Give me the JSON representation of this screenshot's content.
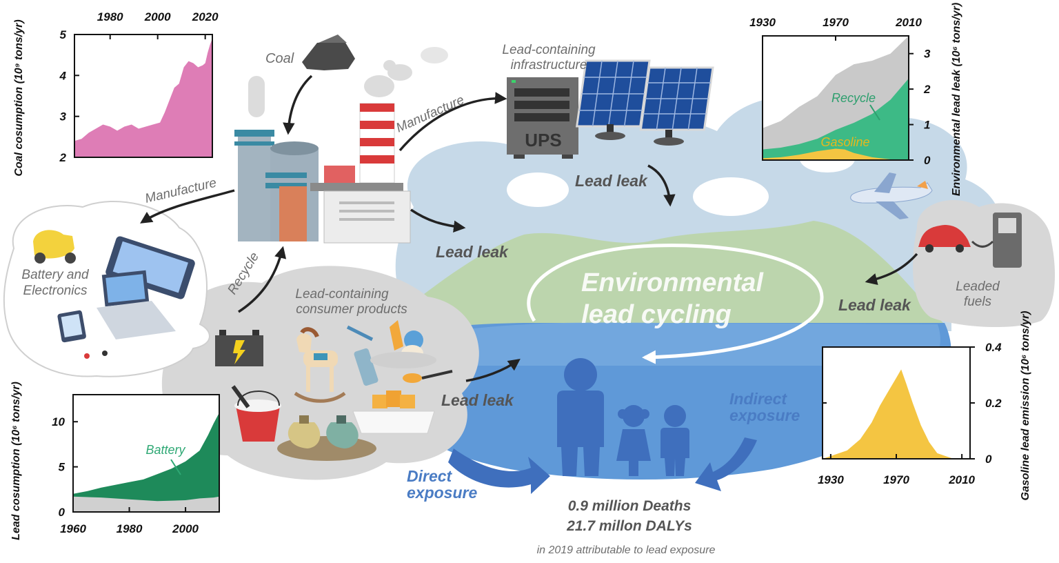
{
  "labels": {
    "coal": "Coal",
    "manufacture_top": "Manufacture",
    "manufacture_left": "Manufacture",
    "infrastructure_line1": "Lead-containing",
    "infrastructure_line2": "infrastructure",
    "ups": "UPS",
    "lead_leak_infra": "Lead leak",
    "lead_leak_factory": "Lead leak",
    "lead_leak_consumer": "Lead leak",
    "lead_leak_fuels": "Lead leak",
    "battery_line1": "Battery and",
    "battery_line2": "Electronics",
    "recycle": "Recycle",
    "consumer_line1": "Lead-containing",
    "consumer_line2": "consumer products",
    "cycling_line1": "Environmental",
    "cycling_line2": "lead cycling",
    "leaded_line1": "Leaded",
    "leaded_line2": "fuels",
    "direct_line1": "Direct",
    "direct_line2": "exposure",
    "indirect_line1": "Indirect",
    "indirect_line2": "exposure",
    "deaths": "0.9 million Deaths",
    "dalys": "21.7 millon DALYs",
    "attribution": "in 2019 attributable to lead exposure"
  },
  "colors": {
    "coal_area": "#de7db6",
    "battery_area": "#1e8a5a",
    "recycle_area": "#3dba86",
    "gasoline_area": "#f4c542",
    "other_area": "#c9c9c9",
    "water": "#5b96d6",
    "hills": "#b9d3a9",
    "sky_cloud": "#c3d7e6",
    "consumer_cloud": "#d6d6d6",
    "people": "#3f6fbd"
  },
  "chart_data": [
    {
      "id": "coal",
      "type": "area",
      "ylabel": "Coal cosumption (10⁹ tons/yr)",
      "x_ticks": [
        "1980",
        "2000",
        "2020"
      ],
      "y_ticks": [
        "2",
        "3",
        "4",
        "5"
      ],
      "xlim": [
        1965,
        2023
      ],
      "ylim": [
        2,
        5
      ],
      "series": [
        {
          "x": [
            1965,
            1968,
            1971,
            1974,
            1977,
            1980,
            1983,
            1986,
            1989,
            1992,
            1995,
            1998,
            2001,
            2003,
            2005,
            2007,
            2009,
            2011,
            2013,
            2015,
            2017,
            2019,
            2020,
            2021,
            2022,
            2023
          ],
          "values": [
            2.4,
            2.45,
            2.6,
            2.7,
            2.8,
            2.75,
            2.65,
            2.75,
            2.8,
            2.7,
            2.75,
            2.8,
            2.85,
            3.1,
            3.4,
            3.7,
            3.8,
            4.2,
            4.35,
            4.3,
            4.2,
            4.25,
            4.3,
            4.55,
            4.75,
            4.9
          ]
        }
      ]
    },
    {
      "id": "environmental",
      "type": "area",
      "ylabel": "Environmental lead leak (10⁶ tons/yr)",
      "x_ticks": [
        "1930",
        "1970",
        "2010"
      ],
      "y_ticks": [
        "0",
        "1",
        "2",
        "3"
      ],
      "xlim": [
        1930,
        2010
      ],
      "ylim": [
        0,
        3.5
      ],
      "series": [
        {
          "name": "Gasoline",
          "x": [
            1930,
            1940,
            1950,
            1960,
            1970,
            1975,
            1980,
            1990,
            2000,
            2010
          ],
          "values": [
            0.05,
            0.08,
            0.15,
            0.25,
            0.32,
            0.3,
            0.2,
            0.08,
            0.02,
            0.01
          ]
        },
        {
          "name": "Recycle",
          "x": [
            1930,
            1940,
            1950,
            1960,
            1970,
            1980,
            1990,
            2000,
            2010
          ],
          "values": [
            0.3,
            0.35,
            0.45,
            0.6,
            0.85,
            1.05,
            1.3,
            1.7,
            2.3
          ]
        },
        {
          "x": [
            1930,
            1940,
            1950,
            1960,
            1970,
            1980,
            1990,
            2000,
            2010
          ],
          "values": [
            0.9,
            1.1,
            1.5,
            1.8,
            2.4,
            2.7,
            2.8,
            3.0,
            3.5
          ]
        }
      ]
    },
    {
      "id": "lead",
      "type": "area",
      "ylabel": "Lead cosumption (10⁶ tons/yr)",
      "x_ticks": [
        "1960",
        "1980",
        "2000"
      ],
      "y_ticks": [
        "0",
        "5",
        "10"
      ],
      "xlim": [
        1960,
        2012
      ],
      "ylim": [
        0,
        13
      ],
      "series": [
        {
          "name": "Battery",
          "x": [
            1960,
            1965,
            1970,
            1975,
            1980,
            1985,
            1990,
            1995,
            2000,
            2005,
            2008,
            2010,
            2012
          ],
          "values": [
            2.0,
            2.3,
            2.7,
            3.0,
            3.3,
            3.6,
            4.2,
            4.8,
            5.6,
            6.8,
            8.5,
            9.8,
            11.0
          ]
        },
        {
          "x": [
            1960,
            1970,
            1980,
            1990,
            2000,
            2005,
            2010,
            2012
          ],
          "values": [
            1.7,
            1.6,
            1.4,
            1.2,
            1.3,
            1.5,
            1.6,
            1.7
          ]
        }
      ]
    },
    {
      "id": "gasoline",
      "type": "area",
      "ylabel": "Gasoline lead emission (10⁶ tons/yr)",
      "x_ticks": [
        "1930",
        "1970",
        "2010"
      ],
      "y_ticks": [
        "0",
        "0.2",
        "0.4"
      ],
      "xlim": [
        1925,
        2015
      ],
      "ylim": [
        0,
        0.4
      ],
      "series": [
        {
          "x": [
            1925,
            1930,
            1940,
            1948,
            1955,
            1960,
            1965,
            1970,
            1973,
            1976,
            1980,
            1985,
            1990,
            1995,
            2000,
            2005,
            2015
          ],
          "values": [
            0,
            0.01,
            0.03,
            0.07,
            0.13,
            0.19,
            0.24,
            0.29,
            0.32,
            0.27,
            0.2,
            0.12,
            0.06,
            0.02,
            0.01,
            0.0,
            0
          ]
        }
      ]
    }
  ]
}
